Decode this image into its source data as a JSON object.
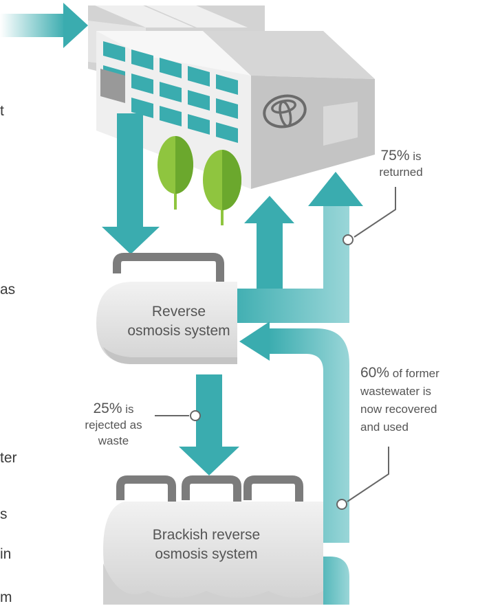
{
  "left_text_fragments": [
    "t",
    "as",
    "ter",
    "s",
    "in",
    "m"
  ],
  "labels": {
    "returned": {
      "pct": "75%",
      "text_1": "is",
      "text_2": "returned"
    },
    "rejected": {
      "pct": "25%",
      "text_1": "is",
      "text_2": "rejected as",
      "text_3": "waste"
    },
    "recovered": {
      "pct": "60%",
      "text_1": "of former",
      "text_2": "wastewater is",
      "text_3": "now recovered",
      "text_4": "and used"
    }
  },
  "tanks": {
    "reverse_osmosis": {
      "line_1": "Reverse",
      "line_2": "osmosis system"
    },
    "brackish": {
      "line_1": "Brackish reverse",
      "line_2": "osmosis system"
    }
  },
  "icons": {
    "factory": "factory-icon",
    "logo": "toyota-logo-icon",
    "tree": "tree-icon"
  },
  "colors": {
    "teal": "#3aacaf",
    "teal_light": "#8fd0d3",
    "factory_light": "#e9e9e9",
    "factory_mid": "#cfcfcf",
    "factory_dark": "#b9b9b9",
    "tree_green": "#8fc53f",
    "label_gray": "#555555"
  }
}
